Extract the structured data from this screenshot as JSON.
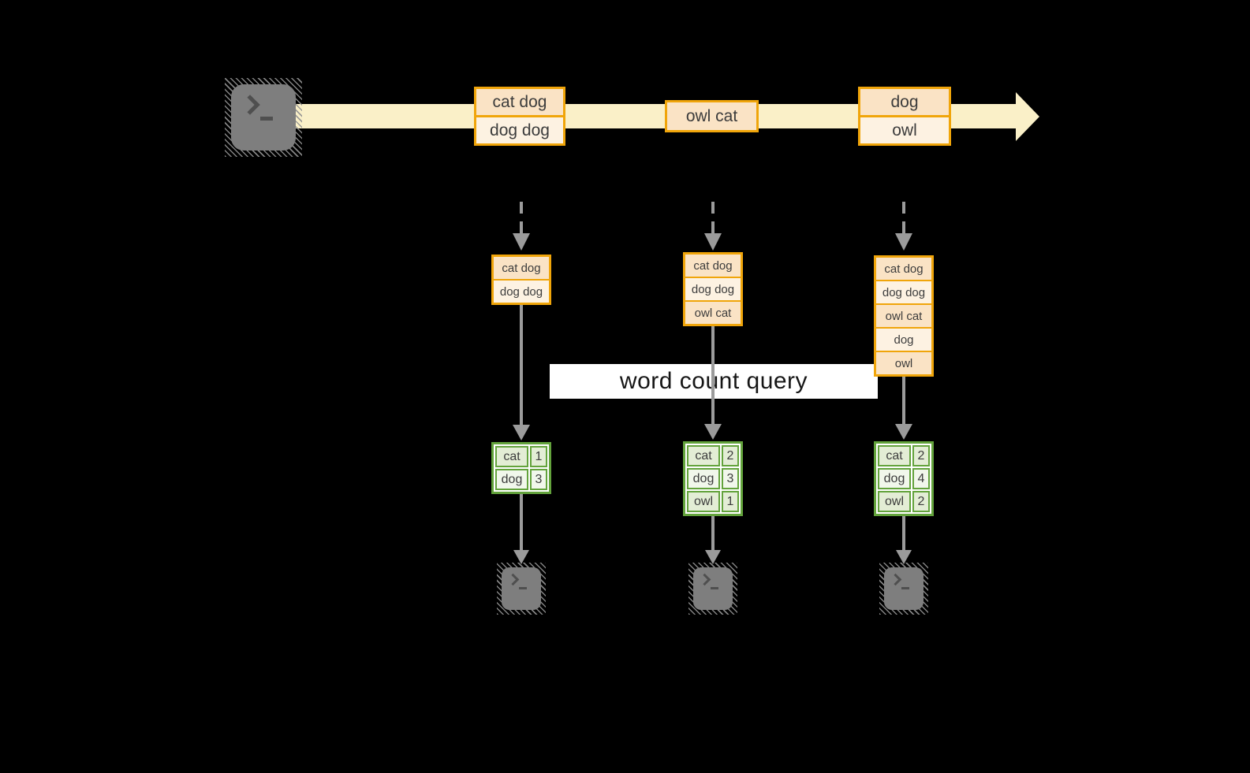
{
  "label": {
    "query": "word count query"
  },
  "stream": {
    "batches": [
      [
        "cat dog",
        "dog dog"
      ],
      [
        "owl cat"
      ],
      [
        "dog",
        "owl"
      ]
    ]
  },
  "columns": [
    {
      "state": [
        "cat dog",
        "dog dog"
      ],
      "counts": [
        [
          "cat",
          "1"
        ],
        [
          "dog",
          "3"
        ]
      ]
    },
    {
      "state": [
        "cat dog",
        "dog dog",
        "owl cat"
      ],
      "counts": [
        [
          "cat",
          "2"
        ],
        [
          "dog",
          "3"
        ],
        [
          "owl",
          "1"
        ]
      ]
    },
    {
      "state": [
        "cat dog",
        "dog dog",
        "owl cat",
        "dog",
        "owl"
      ],
      "counts": [
        [
          "cat",
          "2"
        ],
        [
          "dog",
          "4"
        ],
        [
          "owl",
          "2"
        ]
      ]
    }
  ],
  "icons": {
    "source": "terminal-icon",
    "sinks": [
      "terminal-icon",
      "terminal-icon",
      "terminal-icon"
    ],
    "terminal_glyph": ">_"
  },
  "colors": {
    "background": "#000000",
    "cream_band": "#faf0c8",
    "amber_border": "#f0a50a",
    "peach_dark": "#fae3c5",
    "peach_light": "#fdf2e2",
    "green_border": "#63a33c",
    "green_dark": "#e3edd5",
    "green_light": "#f1f7eb",
    "arrow_gray": "#9b9b9b",
    "terminal_gray": "#7e7e7e",
    "glyph_gray": "#4f4f4f",
    "text_dark": "#3c3c3c",
    "label_bg": "#ffffff"
  }
}
